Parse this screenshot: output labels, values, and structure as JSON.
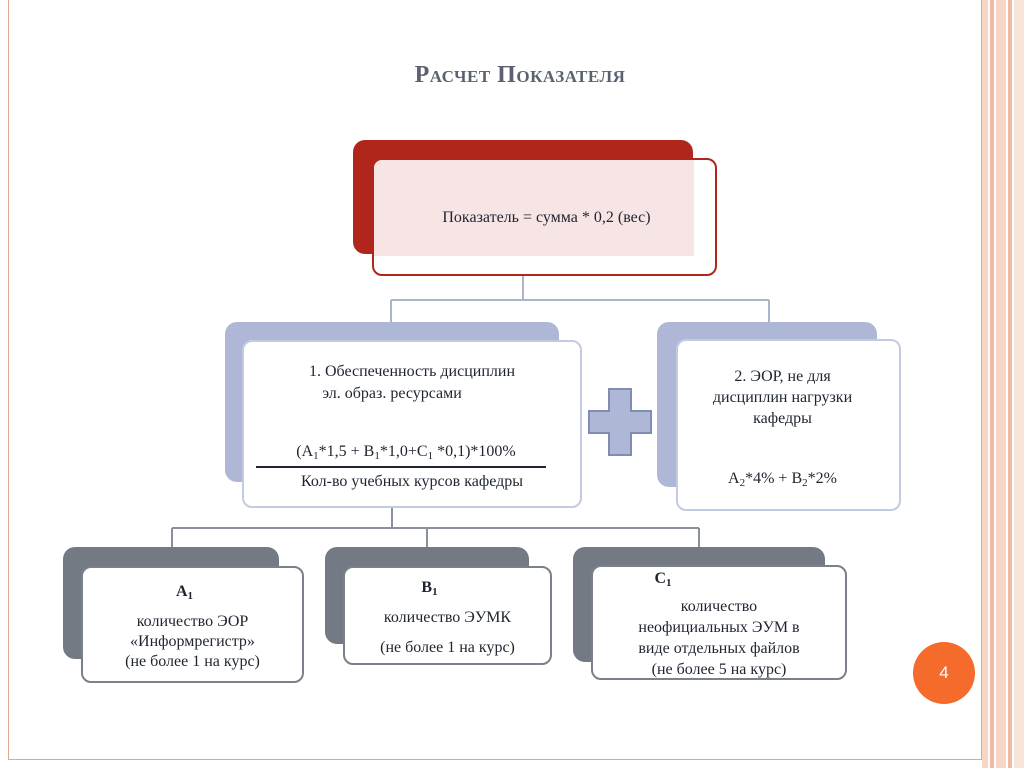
{
  "slide": {
    "title": "Расчет Показателя",
    "page_number": "4"
  },
  "top_box": {
    "text": "Показатель = сумма * 0,2 (вес)"
  },
  "box1": {
    "line1": "1. Обеспеченность дисциплин",
    "line2": "эл. образ. ресурсами",
    "formula": {
      "open": "(A",
      "sub_a": "1",
      "mul_a": "*1,5 + B",
      "sub_b": "1",
      "mul_b": "*1,0+C",
      "sub_c": "1",
      "tail": " *0,1)*100%"
    },
    "denominator": "Кол-во учебных курсов кафедры"
  },
  "box2": {
    "line1": "2. ЭОР, не для",
    "line2": "дисциплин нагрузки",
    "line3": "кафедры",
    "formula": {
      "a": "A",
      "sub_a": "2",
      "mid": "*4% + B",
      "sub_b": "2",
      "tail": "*2%"
    }
  },
  "bottom": [
    {
      "letter": "A",
      "sub": "1",
      "lines": [
        "количество ЭОР",
        "«Информрегистр»",
        "(не более 1 на курс)"
      ]
    },
    {
      "letter": "B",
      "sub": "1",
      "lines": [
        "количество  ЭУМК",
        "(не более 1 на курс)"
      ]
    },
    {
      "letter": "C",
      "sub": "1",
      "lines": [
        "количество",
        "неофициальных ЭУМ в",
        "виде отдельных файлов",
        "(не более 5 на курс)"
      ]
    }
  ],
  "colors": {
    "accent_red": "#b1261a",
    "accent_blue": "#aeb8d6",
    "accent_gray": "#747a84",
    "badge": "#f56b2c",
    "connector": "#aab4cc"
  },
  "icons": {
    "plus": "plus-icon"
  }
}
